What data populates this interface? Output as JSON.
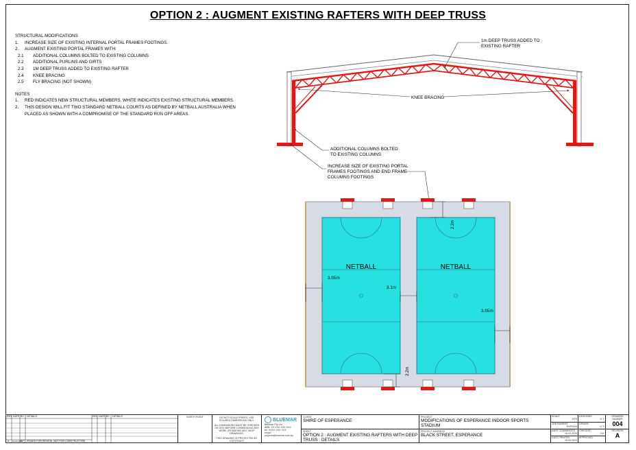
{
  "title": "OPTION 2 : AUGMENT EXISTING RAFTERS WITH DEEP TRUSS",
  "notes": {
    "heading": "STRUCTURAL MODIFICATIONS",
    "items": [
      {
        "n": "1.",
        "t": "INCREASE SIZE OF EXISTING INTERNAL PORTAL FRAMES FOOTINGS."
      },
      {
        "n": "2.",
        "t": "AUGMENT EXISTING PORTAL FRAMES WITH:"
      }
    ],
    "subitems": [
      {
        "n": "2.1",
        "t": "ADDITIONAL COLUMNS BOLTED TO EXISTING COLUMNS"
      },
      {
        "n": "2.2",
        "t": "ADDITIONAL PURLINS AND GIRTS"
      },
      {
        "n": "2.3",
        "t": "1m DEEP TRUSS ADDED TO EXISTING RAFTER"
      },
      {
        "n": "2.4",
        "t": "KNEE BRACING"
      },
      {
        "n": "2.5",
        "t": "FLY BRACING (NOT SHOWN)"
      }
    ],
    "notes_heading": "NOTES",
    "notes_items": [
      {
        "n": "1.",
        "t": "RED INDICATES NEW STRUCTURAL MEMBERS. WHITE INDICATES EXISTING STRUCTURAL MEMBERS."
      },
      {
        "n": "2.",
        "t": "THIS DESIGN WILL FIT TWO STANDARD NETBALL COURTS AS DEFINED BY NETBALL AUSTRALIA WHEN PLACED AS SHOWN WITH A COMPROMISE OF THE STANDARD RUN OFF AREAS."
      }
    ]
  },
  "elevation": {
    "truss_label_1": "1m DEEP TRUSS ADDED TO",
    "truss_label_2": "EXISTING RAFTER",
    "knee_label": "KNEE BRACING",
    "columns_label_1": "ADDITIONAL COLUMNS BOLTED",
    "columns_label_2": "TO EXISTING COLUMNS",
    "footings_label_1": "INCREASE SIZE OF EXISTING PORTAL",
    "footings_label_2": "FRAMES FOOTINGS AND END FRAME",
    "footings_label_3": "COLUMNS FOOTINGS"
  },
  "plan": {
    "court_left": "NETBALL",
    "court_right": "NETBALL",
    "dim_left": "3.05m",
    "dim_mid": "3.1m",
    "dim_right": "3.05m",
    "dim_top": "2.2m",
    "dim_bottom": "2.2m"
  },
  "colors": {
    "court": "#28e0e0",
    "runoff": "#d6dbe6",
    "new_member": "#e01818",
    "line": "#333333"
  },
  "titleblock": {
    "rev_headers": [
      "REV",
      "DATE",
      "BY",
      "DETAILS",
      "REV",
      "DATE",
      "BY",
      "DETAILS"
    ],
    "rev_row": {
      "rev": "A",
      "date": "16.04.2020",
      "by": "G.T.",
      "details": "ISSUED FOR REVIEW. NOT FOR CONSTRUCTION"
    },
    "north_point": "NORTH POINT",
    "disclaimer_1": "DO NOT SCALE PRINTS. USE FIGURED DIMENSIONS ONLY.",
    "disclaimer_2": "ALL DIMENSIONS MUST BE CHECKED ON SITE BEFORE COMMENCING ANY WORK OR MAKING ANY SHOP DRAWINGS.",
    "disclaimer_3": "THIS DRAWING IS PROTECTED BY COPYRIGHT",
    "company": "BLUEMAR",
    "company_sub": "Bluemar Pty Ltd",
    "company_contact": "ABN: XX XXX XXX XXX",
    "company_phone": "tel: XXXX XXX XXX",
    "company_email": "email: projects@bluemar.com.au",
    "client_label": "CLIENT",
    "client": "SHIRE OF ESPERANCE",
    "sheet_label": "SHEET",
    "sheet": "OPTION 2 : AUGMENT EXISTING RAFTERS WITH DEEP TRUSS : DETAILS",
    "project_label": "PROJECT",
    "project": "MODIFICATIONS OF ESPERANCE INDOOR SPORTS STADIUM",
    "address_label": "PROJECT ADDRESS",
    "address": "BLACK STREET, ESPERANCE",
    "scale_label": "SCALE",
    "scale": "NTS",
    "job_label": "JOB NUMBER",
    "job": "ESP2020",
    "date_label": "DATE COMMENCED",
    "date": "16.04.2020",
    "print_label": "DATE PRINTED",
    "print": "16.04.2020",
    "designed_label": "DESIGNED",
    "designed": "G.T.",
    "drawn_label": "DRAWN",
    "drawn": "G.T.",
    "checked_label": "CHECKED",
    "checked": "J.M.",
    "approved_label": "APPROVED",
    "approved": "",
    "drawing_no_label": "DRAWING NUMBER",
    "drawing_no": "004",
    "revision_label": "REVISION",
    "revision": "A"
  }
}
